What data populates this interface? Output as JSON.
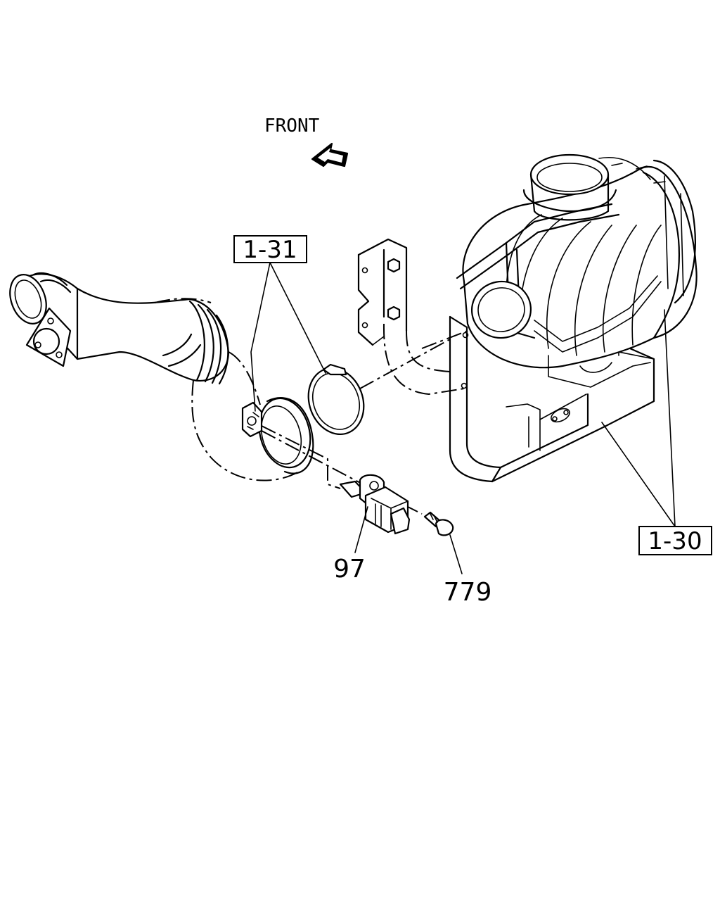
{
  "labels": {
    "front": "FRONT",
    "ref_hose": "1-31",
    "ref_cleaner": "1-30",
    "part_sensor": "97",
    "part_screw": "779"
  }
}
